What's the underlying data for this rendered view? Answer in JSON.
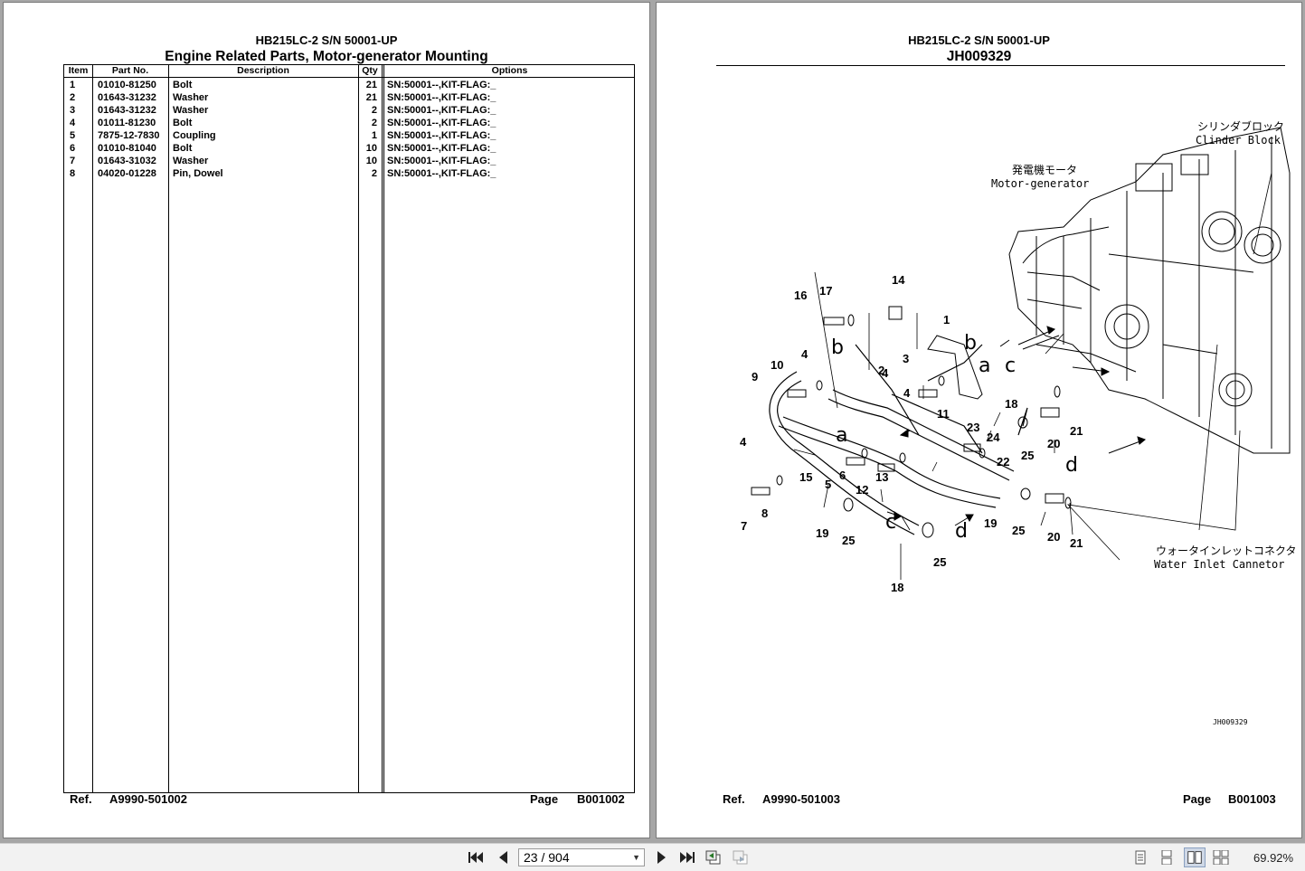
{
  "left_page": {
    "model": "HB215LC-2 S/N 50001-UP",
    "title": "Engine Related Parts, Motor-generator Mounting",
    "columns": {
      "item": "Item",
      "part_no": "Part No.",
      "description": "Description",
      "qty": "Qty",
      "options": "Options"
    },
    "rows": [
      {
        "item": "1",
        "part_no": "01010-81250",
        "description": "Bolt",
        "qty": "21",
        "options": "SN:50001--,KIT-FLAG:_"
      },
      {
        "item": "2",
        "part_no": "01643-31232",
        "description": "Washer",
        "qty": "21",
        "options": "SN:50001--,KIT-FLAG:_"
      },
      {
        "item": "3",
        "part_no": "01643-31232",
        "description": "Washer",
        "qty": "2",
        "options": "SN:50001--,KIT-FLAG:_"
      },
      {
        "item": "4",
        "part_no": "01011-81230",
        "description": "Bolt",
        "qty": "2",
        "options": "SN:50001--,KIT-FLAG:_"
      },
      {
        "item": "5",
        "part_no": "7875-12-7830",
        "description": "Coupling",
        "qty": "1",
        "options": "SN:50001--,KIT-FLAG:_"
      },
      {
        "item": "6",
        "part_no": "01010-81040",
        "description": "Bolt",
        "qty": "10",
        "options": "SN:50001--,KIT-FLAG:_"
      },
      {
        "item": "7",
        "part_no": "01643-31032",
        "description": "Washer",
        "qty": "10",
        "options": "SN:50001--,KIT-FLAG:_"
      },
      {
        "item": "8",
        "part_no": "04020-01228",
        "description": "Pin, Dowel",
        "qty": "2",
        "options": "SN:50001--,KIT-FLAG:_"
      }
    ],
    "footer": {
      "ref_label": "Ref.",
      "ref_value": "A9990-501002",
      "page_label": "Page",
      "page_value": "B001002"
    }
  },
  "right_page": {
    "model": "HB215LC-2 S/N 50001-UP",
    "figure_id": "JH009329",
    "labels": {
      "cylinder_block_jp": "シリンダブロック",
      "cylinder_block_en": "Clinder Block",
      "motor_generator_jp": "発電機モータ",
      "motor_generator_en": "Motor-generator",
      "water_inlet_jp": "ウォータインレットコネクタ",
      "water_inlet_en": "Water Inlet Cannetor",
      "small_id": "JH009329"
    },
    "footer": {
      "ref_label": "Ref.",
      "ref_value": "A9990-501003",
      "page_label": "Page",
      "page_value": "B001003"
    }
  },
  "toolbar": {
    "page_indicator": "23 / 904",
    "zoom": "69.92%",
    "icons": [
      "first-page-icon",
      "previous-page-icon",
      "next-page-icon",
      "last-page-icon",
      "go-back-view-icon",
      "go-forward-view-icon",
      "single-page-view-icon",
      "continuous-view-icon",
      "two-page-view-icon",
      "two-page-continuous-view-icon"
    ]
  }
}
